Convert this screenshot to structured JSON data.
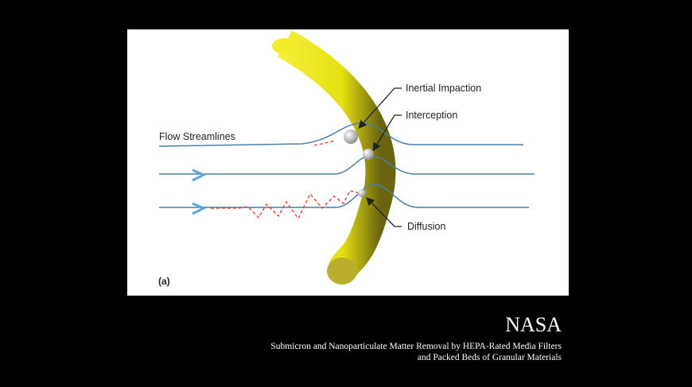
{
  "figure": {
    "labels": {
      "flow": "Flow Streamlines",
      "inertial": "Inertial Impaction",
      "interception": "Interception",
      "diffusion": "Diffusion",
      "panel": "(a)"
    },
    "colors": {
      "fiber": "#e8e31c",
      "streamline": "#4a7fa8",
      "arrow": "#5aa6dc",
      "path": "#e8332a"
    }
  },
  "caption": {
    "org": "NASA",
    "line1": "Submicron and Nanoparticulate Matter Removal by HEPA-Rated Media Filters",
    "line2": "and Packed Beds of Granular Materials"
  }
}
